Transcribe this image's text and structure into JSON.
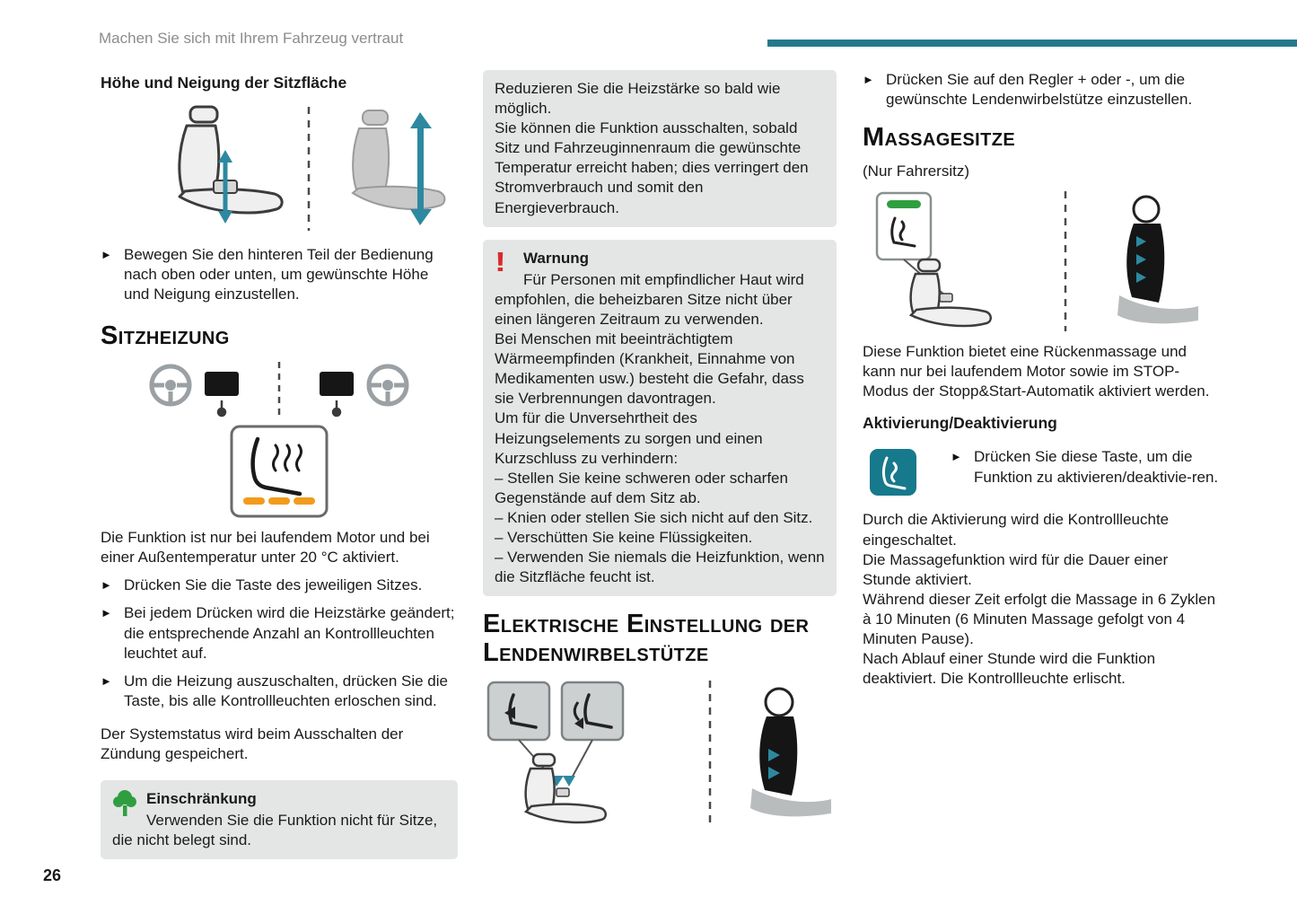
{
  "page": {
    "header_title": "Machen Sie sich mit Ihrem Fahrzeug vertraut",
    "page_number": "26"
  },
  "icons": {
    "bullet": "►",
    "warning": "!",
    "note_icon_name": "tree-icon",
    "massage_button_icon_name": "seat-massage-icon",
    "heated_seat_button_icon_name": "seat-heating-icon"
  },
  "colors": {
    "accent_bar": "#26798d",
    "arrow_teal": "#2d89a0",
    "heat_indicator_orange": "#f39b1c",
    "massage_led_green": "#2f9e41",
    "warning_red": "#d92b2b",
    "note_green": "#2f9e41",
    "box_gray": "#e4e6e5"
  },
  "col1": {
    "section_seat_height": {
      "title": "Höhe und Neigung der Sitzfläche",
      "bullets": [
        "Bewegen Sie den hinteren Teil der Bedienung nach oben oder unten, um gewünschte Höhe und Neigung einzustellen."
      ]
    },
    "section_sitzheizung": {
      "title": "Sitzheizung",
      "intro": "Die Funktion ist nur bei laufendem Motor und bei einer Außentemperatur unter 20 °C aktiviert.",
      "bullets": [
        "Drücken Sie die Taste des jeweiligen Sitzes.",
        "Bei jedem Drücken wird die Heizstärke geändert; die entsprechende Anzahl an Kontrollleuchten leuchtet auf.",
        "Um die Heizung auszuschalten, drücken Sie die Taste, bis alle Kontrollleuchten erloschen sind."
      ],
      "outro": "Der Systemstatus wird beim Ausschalten der Zündung gespeichert."
    },
    "restriction_box": {
      "title": "Einschränkung",
      "text": "Verwenden Sie die Funktion nicht für Sitze, die nicht belegt sind."
    }
  },
  "col2": {
    "continuation_box": {
      "text": "Reduzieren Sie die Heizstärke so bald wie möglich.\nSie können die Funktion ausschalten, sobald Sitz und Fahrzeuginnenraum die gewünschte Temperatur erreicht haben; dies verringert den Stromverbrauch und somit den Energieverbrauch."
    },
    "warning_box": {
      "title": "Warnung",
      "text": "Für Personen mit empfindlicher Haut wird empfohlen, die beheizbaren Sitze nicht über einen längeren Zeitraum zu verwenden.\nBei Menschen mit beeinträchtigtem Wärmeempfinden (Krankheit, Einnahme von Medikamenten usw.) besteht die Gefahr, dass sie Verbrennungen davontragen.\nUm für die Unversehrtheit des Heizungselements zu sorgen und einen Kurzschluss zu verhindern:\n– Stellen Sie keine schweren oder scharfen Gegenstände auf dem Sitz ab.\n– Knien oder stellen Sie sich nicht auf den Sitz.\n– Verschütten Sie keine Flüssigkeiten.\n– Verwenden Sie niemals die Heizfunktion, wenn die Sitzfläche feucht ist."
    },
    "section_lumbar": {
      "title": "Elektrische Einstellung der Lendenwirbelstütze"
    }
  },
  "col3": {
    "lumbar_bullet": "Drücken Sie auf den Regler + oder -, um die gewünschte Lendenwirbelstütze einzustellen.",
    "section_massage": {
      "title": "Massagesitze",
      "subtitle": "(Nur Fahrersitz)",
      "intro": "Diese Funktion bietet eine Rückenmassage und kann nur bei laufendem Motor sowie im STOP-Modus der Stopp&Start-Automatik aktiviert werden.",
      "activation_heading": "Aktivierung/Deaktivierung",
      "activation_bullet": "Drücken Sie diese Taste, um die Funktion zu aktivieren/deaktivie-ren.",
      "details": "Durch die Aktivierung wird die Kontrollleuchte eingeschaltet.\nDie Massagefunktion wird für die Dauer einer Stunde aktiviert.\nWährend dieser Zeit erfolgt die Massage in 6 Zyklen à 10 Minuten (6 Minuten Massage gefolgt von 4 Minuten Pause).\nNach Ablauf einer Stunde wird die Funktion deaktiviert. Die Kontrollleuchte erlischt."
    }
  }
}
